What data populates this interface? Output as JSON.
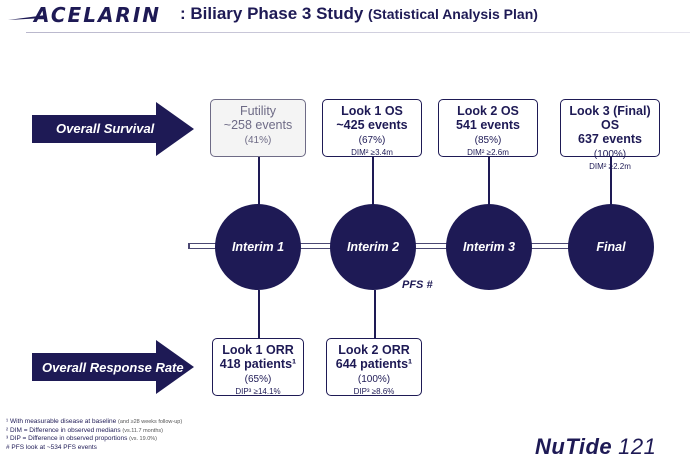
{
  "header": {
    "logo_text": "ACELARIN",
    "title_main": ": Biliary Phase 3 Study",
    "title_sub": "(Statistical Analysis Plan)"
  },
  "arrows": {
    "overall_survival": "Overall Survival",
    "overall_response_rate": "Overall Response Rate"
  },
  "os_looks": [
    {
      "title": "Futility",
      "events": "~258 events",
      "pct": "(41%)",
      "dim": ""
    },
    {
      "title": "Look 1 OS",
      "events": "~425 events",
      "pct": "(67%)",
      "dim": "DIM² ≥3.4m"
    },
    {
      "title": "Look 2 OS",
      "events": "541 events",
      "pct": "(85%)",
      "dim": "DIM² ≥2.6m"
    },
    {
      "title": "Look 3 (Final) OS",
      "events": "637 events",
      "pct": "(100%)",
      "dim": "DIM² ≥2.2m"
    }
  ],
  "analyses": [
    "Interim 1",
    "Interim 2",
    "Interim 3",
    "Final"
  ],
  "pfs_label": "PFS #",
  "orr_looks": [
    {
      "title": "Look 1 ORR",
      "patients": "418 patients¹",
      "pct": "(65%)",
      "dip": "DIP³ ≥14.1%"
    },
    {
      "title": "Look 2 ORR",
      "patients": "644 patients¹",
      "pct": "(100%)",
      "dip": "DIP³ ≥8.6%"
    }
  ],
  "footnotes": [
    {
      "text": "¹ With measurable disease at baseline",
      "small": "(and ≥28 weeks follow-up)"
    },
    {
      "text": "² DIM = Difference in observed medians",
      "small": "(vs.11.7 months)"
    },
    {
      "text": "³ DIP = Difference in observed proportions",
      "small": "(vs. 19.0%)"
    },
    {
      "text": "# PFS look at ~534 PFS events",
      "small": ""
    }
  ],
  "brand": {
    "name": "NuTide",
    "number": "121"
  },
  "colors": {
    "navy": "#1e1a55",
    "futility_gray": "#6e6b86"
  }
}
